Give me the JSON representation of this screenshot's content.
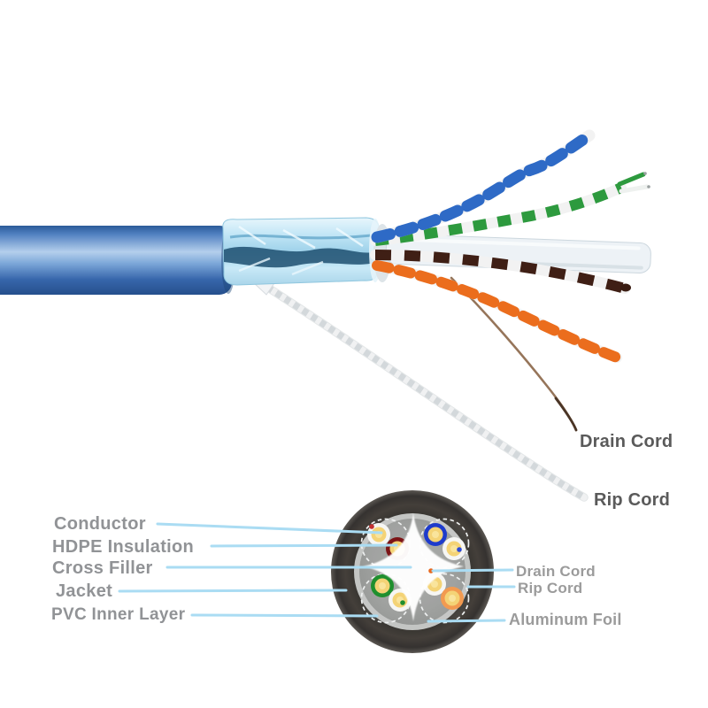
{
  "cable_callouts": {
    "drain_cord": "Drain Cord",
    "rip_cord": "Rip Cord"
  },
  "cross_section_callouts": {
    "left": [
      {
        "id": "conductor",
        "text": "Conductor"
      },
      {
        "id": "hdpe-insulation",
        "text": "HDPE Insulation"
      },
      {
        "id": "cross-filler",
        "text": "Cross Filler"
      },
      {
        "id": "jacket",
        "text": "Jacket"
      },
      {
        "id": "pvc-inner-layer",
        "text": "PVC Inner Layer"
      }
    ],
    "right": [
      {
        "id": "drain-cord",
        "text": "Drain Cord"
      },
      {
        "id": "rip-cord",
        "text": "Rip Cord"
      },
      {
        "id": "aluminum-foil",
        "text": "Aluminum Foil"
      }
    ]
  },
  "colors": {
    "leader_line": "#aadcf3",
    "left_label_text": "#919396",
    "right_label_text": "#9b9b9b",
    "photo_label_text": "#5a5a5a",
    "jacket_blue": "#4f7fc0",
    "foil_blue": "#c2e6f6",
    "pair_blue": "#2e6ac6",
    "pair_green": "#2d9a3e",
    "pair_brown": "#3f1f15",
    "pair_orange": "#eb6d1d",
    "pair_white": "#f2f2f2",
    "conductor_yellow": "#f4d376",
    "cross_section_jacket_gray": "#3b3835",
    "cross_section_inner_gray": "#9b9d9b"
  }
}
